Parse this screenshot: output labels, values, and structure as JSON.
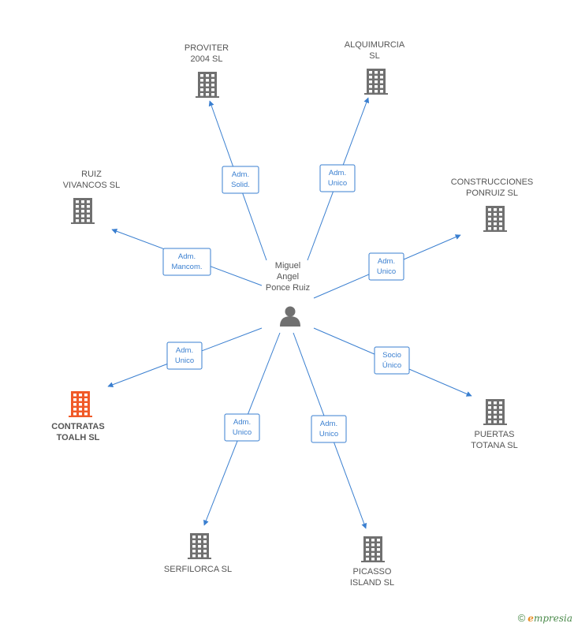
{
  "colors": {
    "edge": "#3a7fd0",
    "company": "#707070",
    "highlight": "#f05a28",
    "person": "#707070"
  },
  "center": {
    "name": [
      "Miguel",
      "Angel",
      "Ponce Ruiz"
    ],
    "icon": "person-icon"
  },
  "companies": [
    {
      "id": "proviter",
      "name": [
        "PROVITER",
        "2004 SL"
      ],
      "icon": "building-icon",
      "highlight": false
    },
    {
      "id": "alquimurcia",
      "name": [
        "ALQUIMURCIA",
        "SL"
      ],
      "icon": "building-icon",
      "highlight": false
    },
    {
      "id": "ruiz-vivancos",
      "name": [
        "RUIZ",
        "VIVANCOS  SL"
      ],
      "icon": "building-icon",
      "highlight": false
    },
    {
      "id": "construcciones-ponruiz",
      "name": [
        "CONSTRUCCIONES",
        "PONRUIZ SL"
      ],
      "icon": "building-icon",
      "highlight": false
    },
    {
      "id": "contratas-toalh",
      "name": [
        "CONTRATAS",
        "TOALH SL"
      ],
      "icon": "building-icon",
      "highlight": true
    },
    {
      "id": "puertas-totana",
      "name": [
        "PUERTAS",
        "TOTANA SL"
      ],
      "icon": "building-icon",
      "highlight": false
    },
    {
      "id": "serfilorca",
      "name": [
        "SERFILORCA SL"
      ],
      "icon": "building-icon",
      "highlight": false
    },
    {
      "id": "picasso-island",
      "name": [
        "PICASSO",
        "ISLAND  SL"
      ],
      "icon": "building-icon",
      "highlight": false
    }
  ],
  "edges": [
    {
      "to": "proviter",
      "label": [
        "Adm.",
        "Solid."
      ]
    },
    {
      "to": "alquimurcia",
      "label": [
        "Adm.",
        "Unico"
      ]
    },
    {
      "to": "ruiz-vivancos",
      "label": [
        "Adm.",
        "Mancom."
      ]
    },
    {
      "to": "construcciones-ponruiz",
      "label": [
        "Adm.",
        "Unico"
      ]
    },
    {
      "to": "contratas-toalh",
      "label": [
        "Adm.",
        "Unico"
      ]
    },
    {
      "to": "puertas-totana",
      "label": [
        "Socio",
        "Único"
      ]
    },
    {
      "to": "serfilorca",
      "label": [
        "Adm.",
        "Unico"
      ]
    },
    {
      "to": "picasso-island",
      "label": [
        "Adm.",
        "Unico"
      ]
    }
  ],
  "footer": {
    "copyright": "©",
    "brand_first": "e",
    "brand_rest": "mpresia"
  }
}
